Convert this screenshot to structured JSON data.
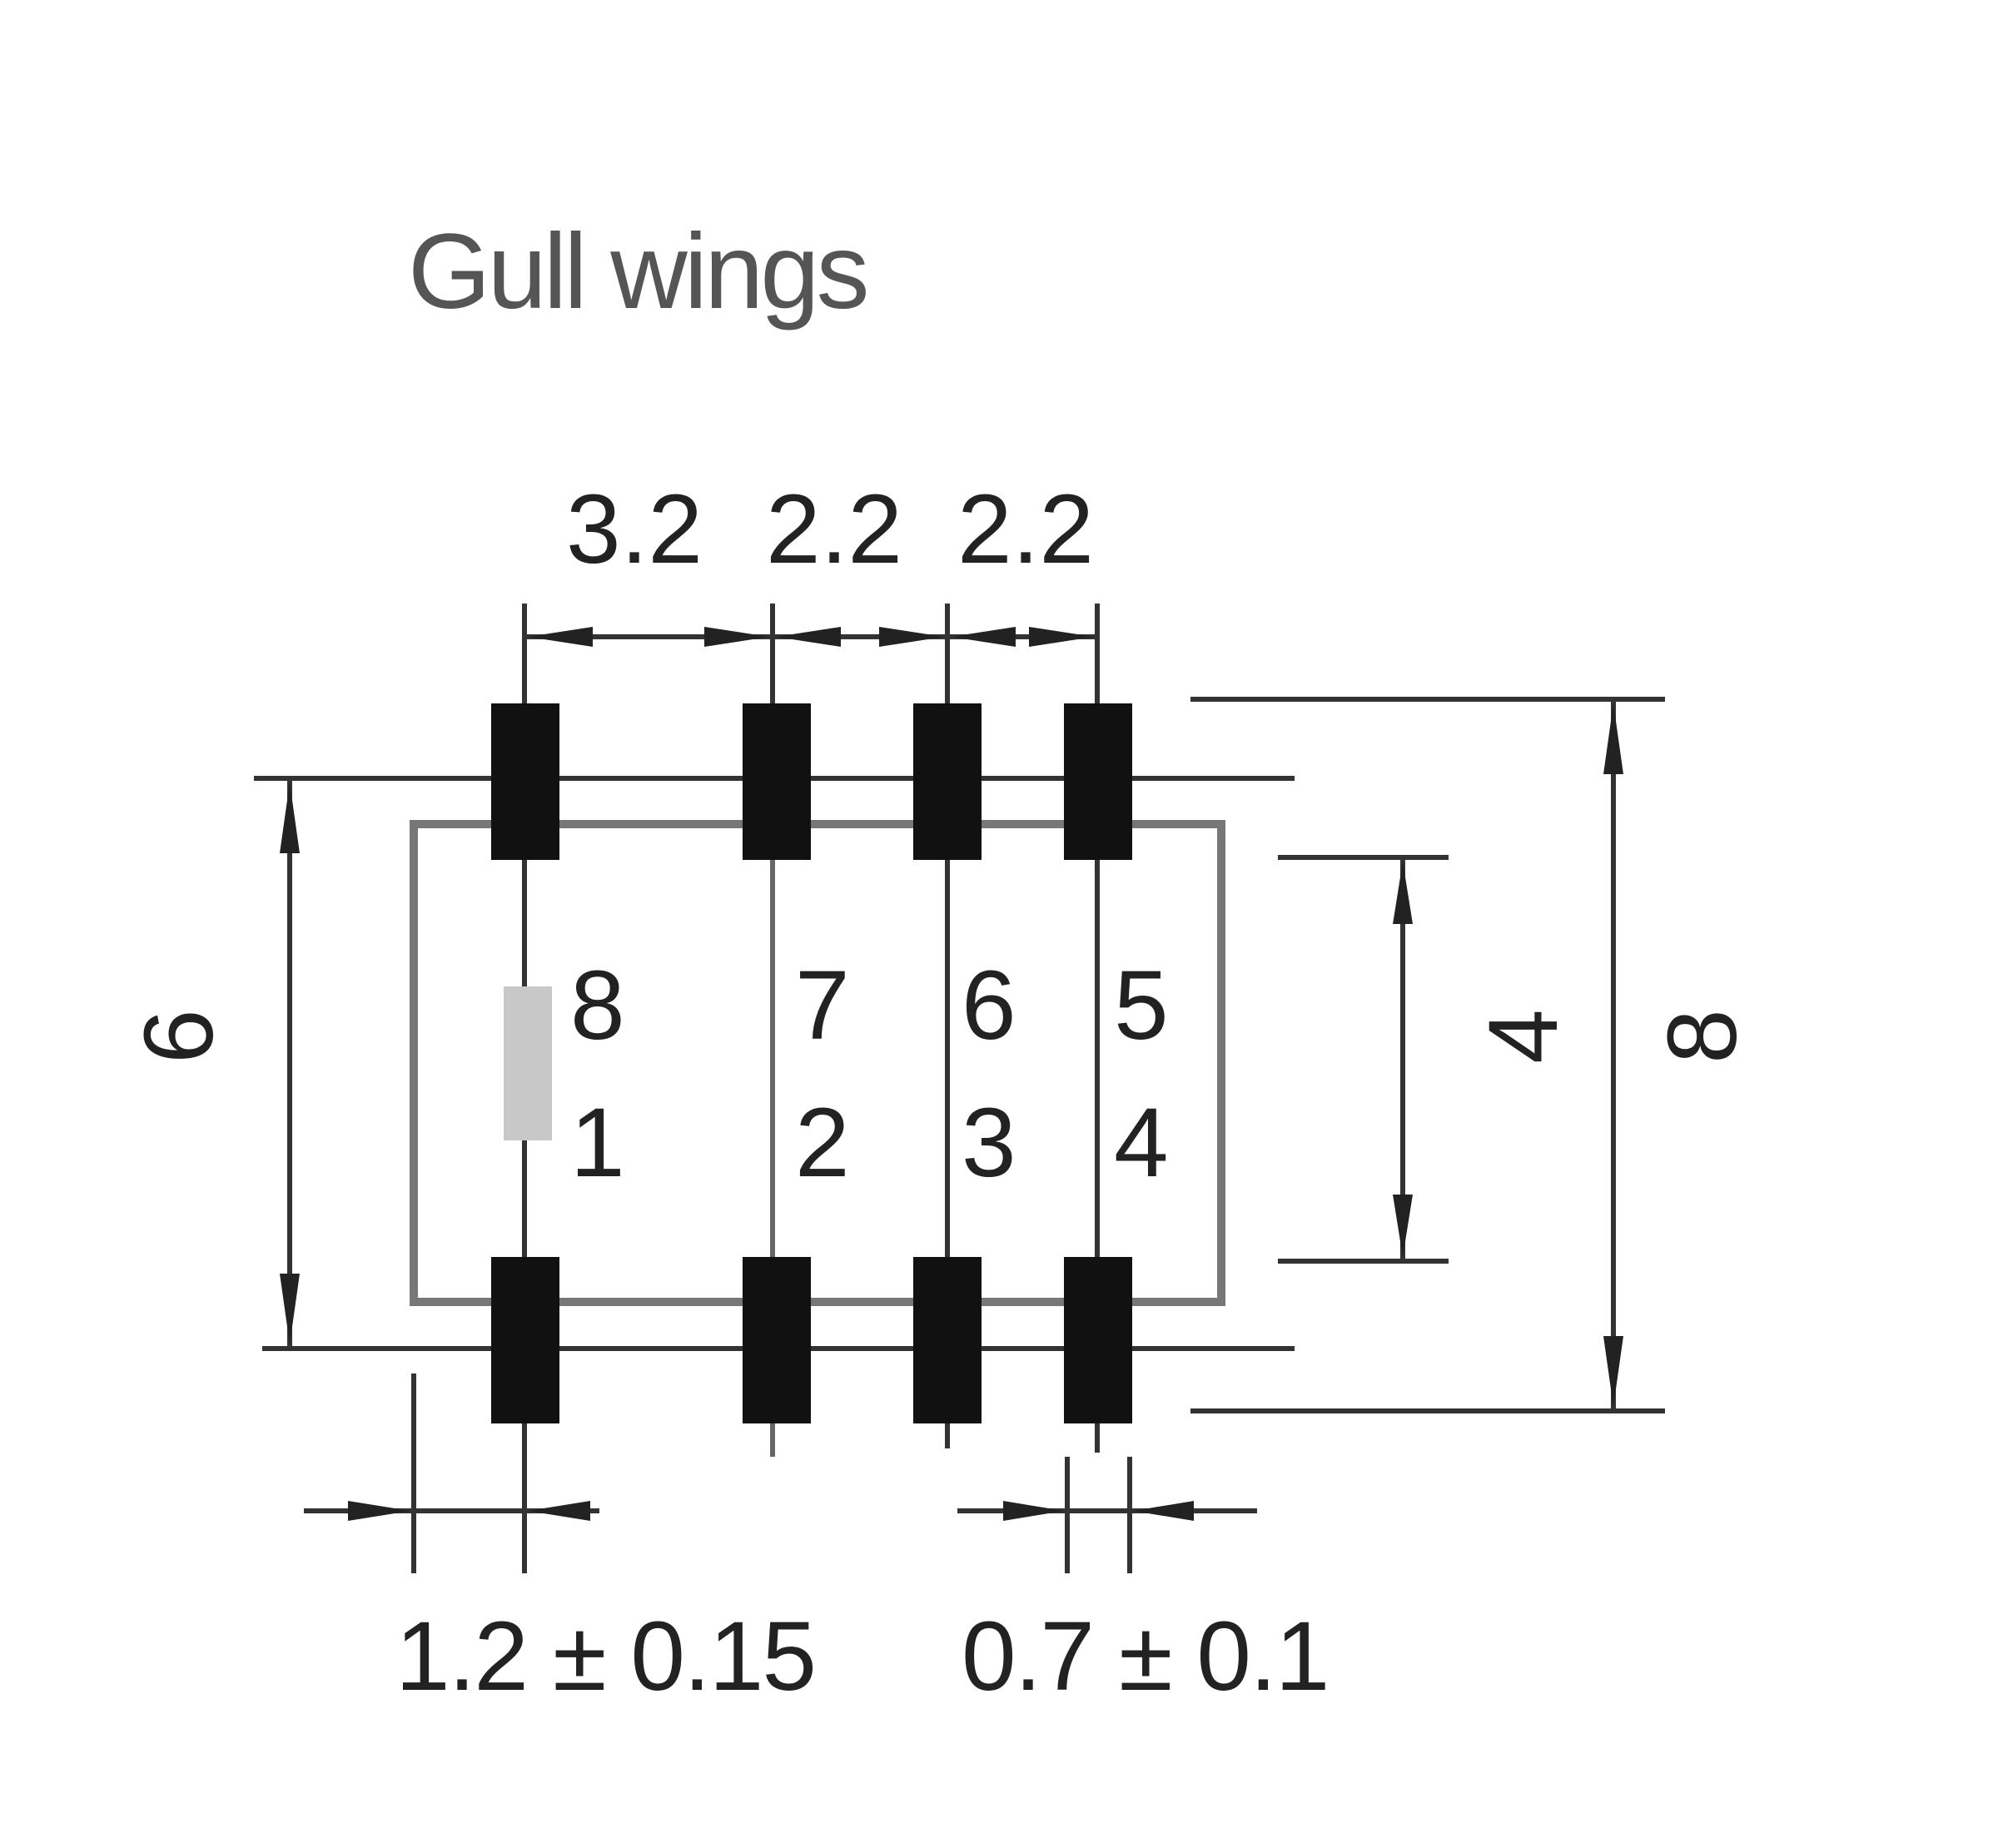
{
  "title": "Gull wings",
  "dimensions": {
    "pitch_first": "3.2",
    "pitch_second": "2.2",
    "pitch_third": "2.2",
    "pad_span": "6",
    "inner_span": "4",
    "outer_span": "8",
    "pad_length_tolerance": "1.2 ± 0.15",
    "pad_width_tolerance": "0.7 ± 0.1"
  },
  "pins": {
    "top": [
      "8",
      "7",
      "6",
      "5"
    ],
    "bottom": [
      "1",
      "2",
      "3",
      "4"
    ]
  },
  "colors": {
    "pad": "#111111",
    "outline": "#777777",
    "marker": "#c8c8c8"
  }
}
